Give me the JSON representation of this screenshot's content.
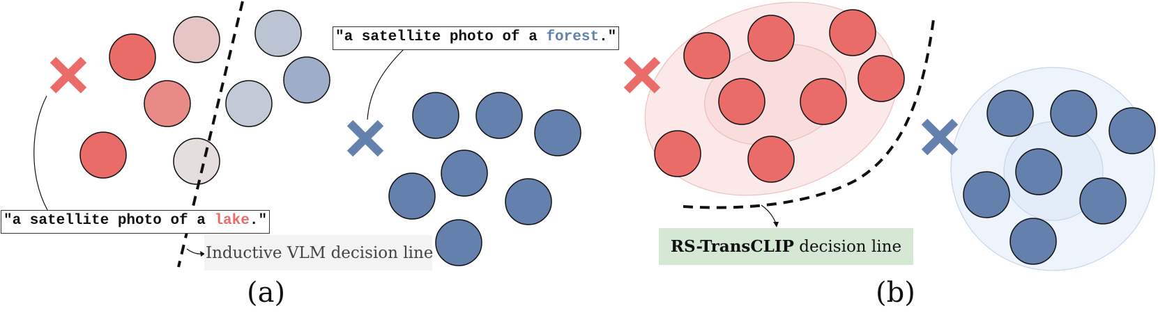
{
  "panel_a": {
    "lake_prompt": {
      "prefix": "\"a satellite photo of a ",
      "keyword": "lake",
      "suffix": ".\"",
      "keyword_color": "#e96c68"
    },
    "forest_prompt": {
      "prefix": "\"a satellite photo of a ",
      "keyword": "forest",
      "suffix": ".\"",
      "keyword_color": "#6480ad"
    },
    "decision_label": "Inductive VLM decision line",
    "decision_label_bg": "#f3f3f3",
    "caption": "(a)"
  },
  "panel_b": {
    "decision_label_bold": "RS-TransCLIP",
    "decision_label_rest": " decision line",
    "decision_label_bg": "#d5e8d4",
    "caption": "(b)"
  },
  "colors": {
    "red_class": "#e96c68",
    "blue_class": "#6480ad",
    "red_cluster_outer": "#fbe8e8",
    "red_cluster_inner": "#f9dcdc",
    "blue_cluster_outer": "#eef4fc",
    "blue_cluster_inner": "#e3edfa"
  }
}
